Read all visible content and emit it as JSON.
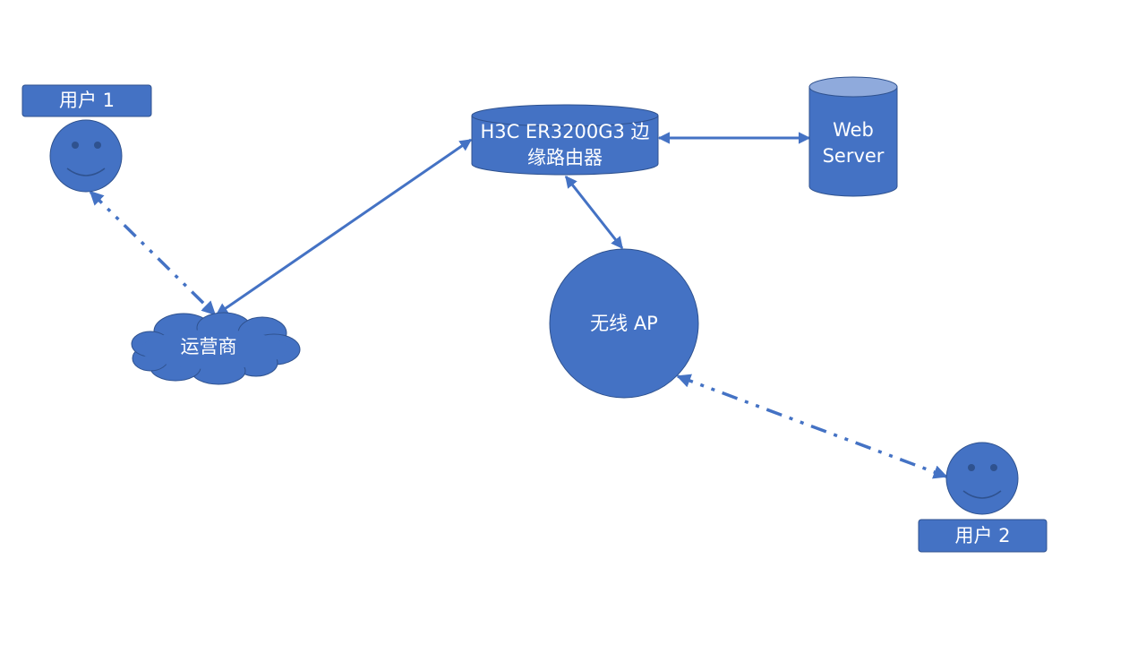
{
  "nodes": {
    "user1": {
      "label": "用户 1"
    },
    "user2": {
      "label": "用户 2"
    },
    "isp": {
      "label": "运营商"
    },
    "router": {
      "label": "H3C ER3200G3 边\n缘路由器"
    },
    "web_server": {
      "label": "Web\nServer"
    },
    "wireless_ap": {
      "label": "无线 AP"
    }
  },
  "colors": {
    "fill": "#4472C4",
    "stroke": "#2F528F",
    "cylinder_top": "#8FAADC",
    "connector": "#4472C4",
    "label_text": "#FFFFFF"
  },
  "connectors": [
    {
      "from": "user1",
      "to": "isp",
      "style": "dash-dot-dot",
      "arrows": "both"
    },
    {
      "from": "isp",
      "to": "router",
      "style": "solid",
      "arrows": "both"
    },
    {
      "from": "router",
      "to": "web_server",
      "style": "solid",
      "arrows": "both"
    },
    {
      "from": "router",
      "to": "wireless_ap",
      "style": "solid",
      "arrows": "both"
    },
    {
      "from": "wireless_ap",
      "to": "user2",
      "style": "dash-dot-dot",
      "arrows": "both"
    }
  ]
}
